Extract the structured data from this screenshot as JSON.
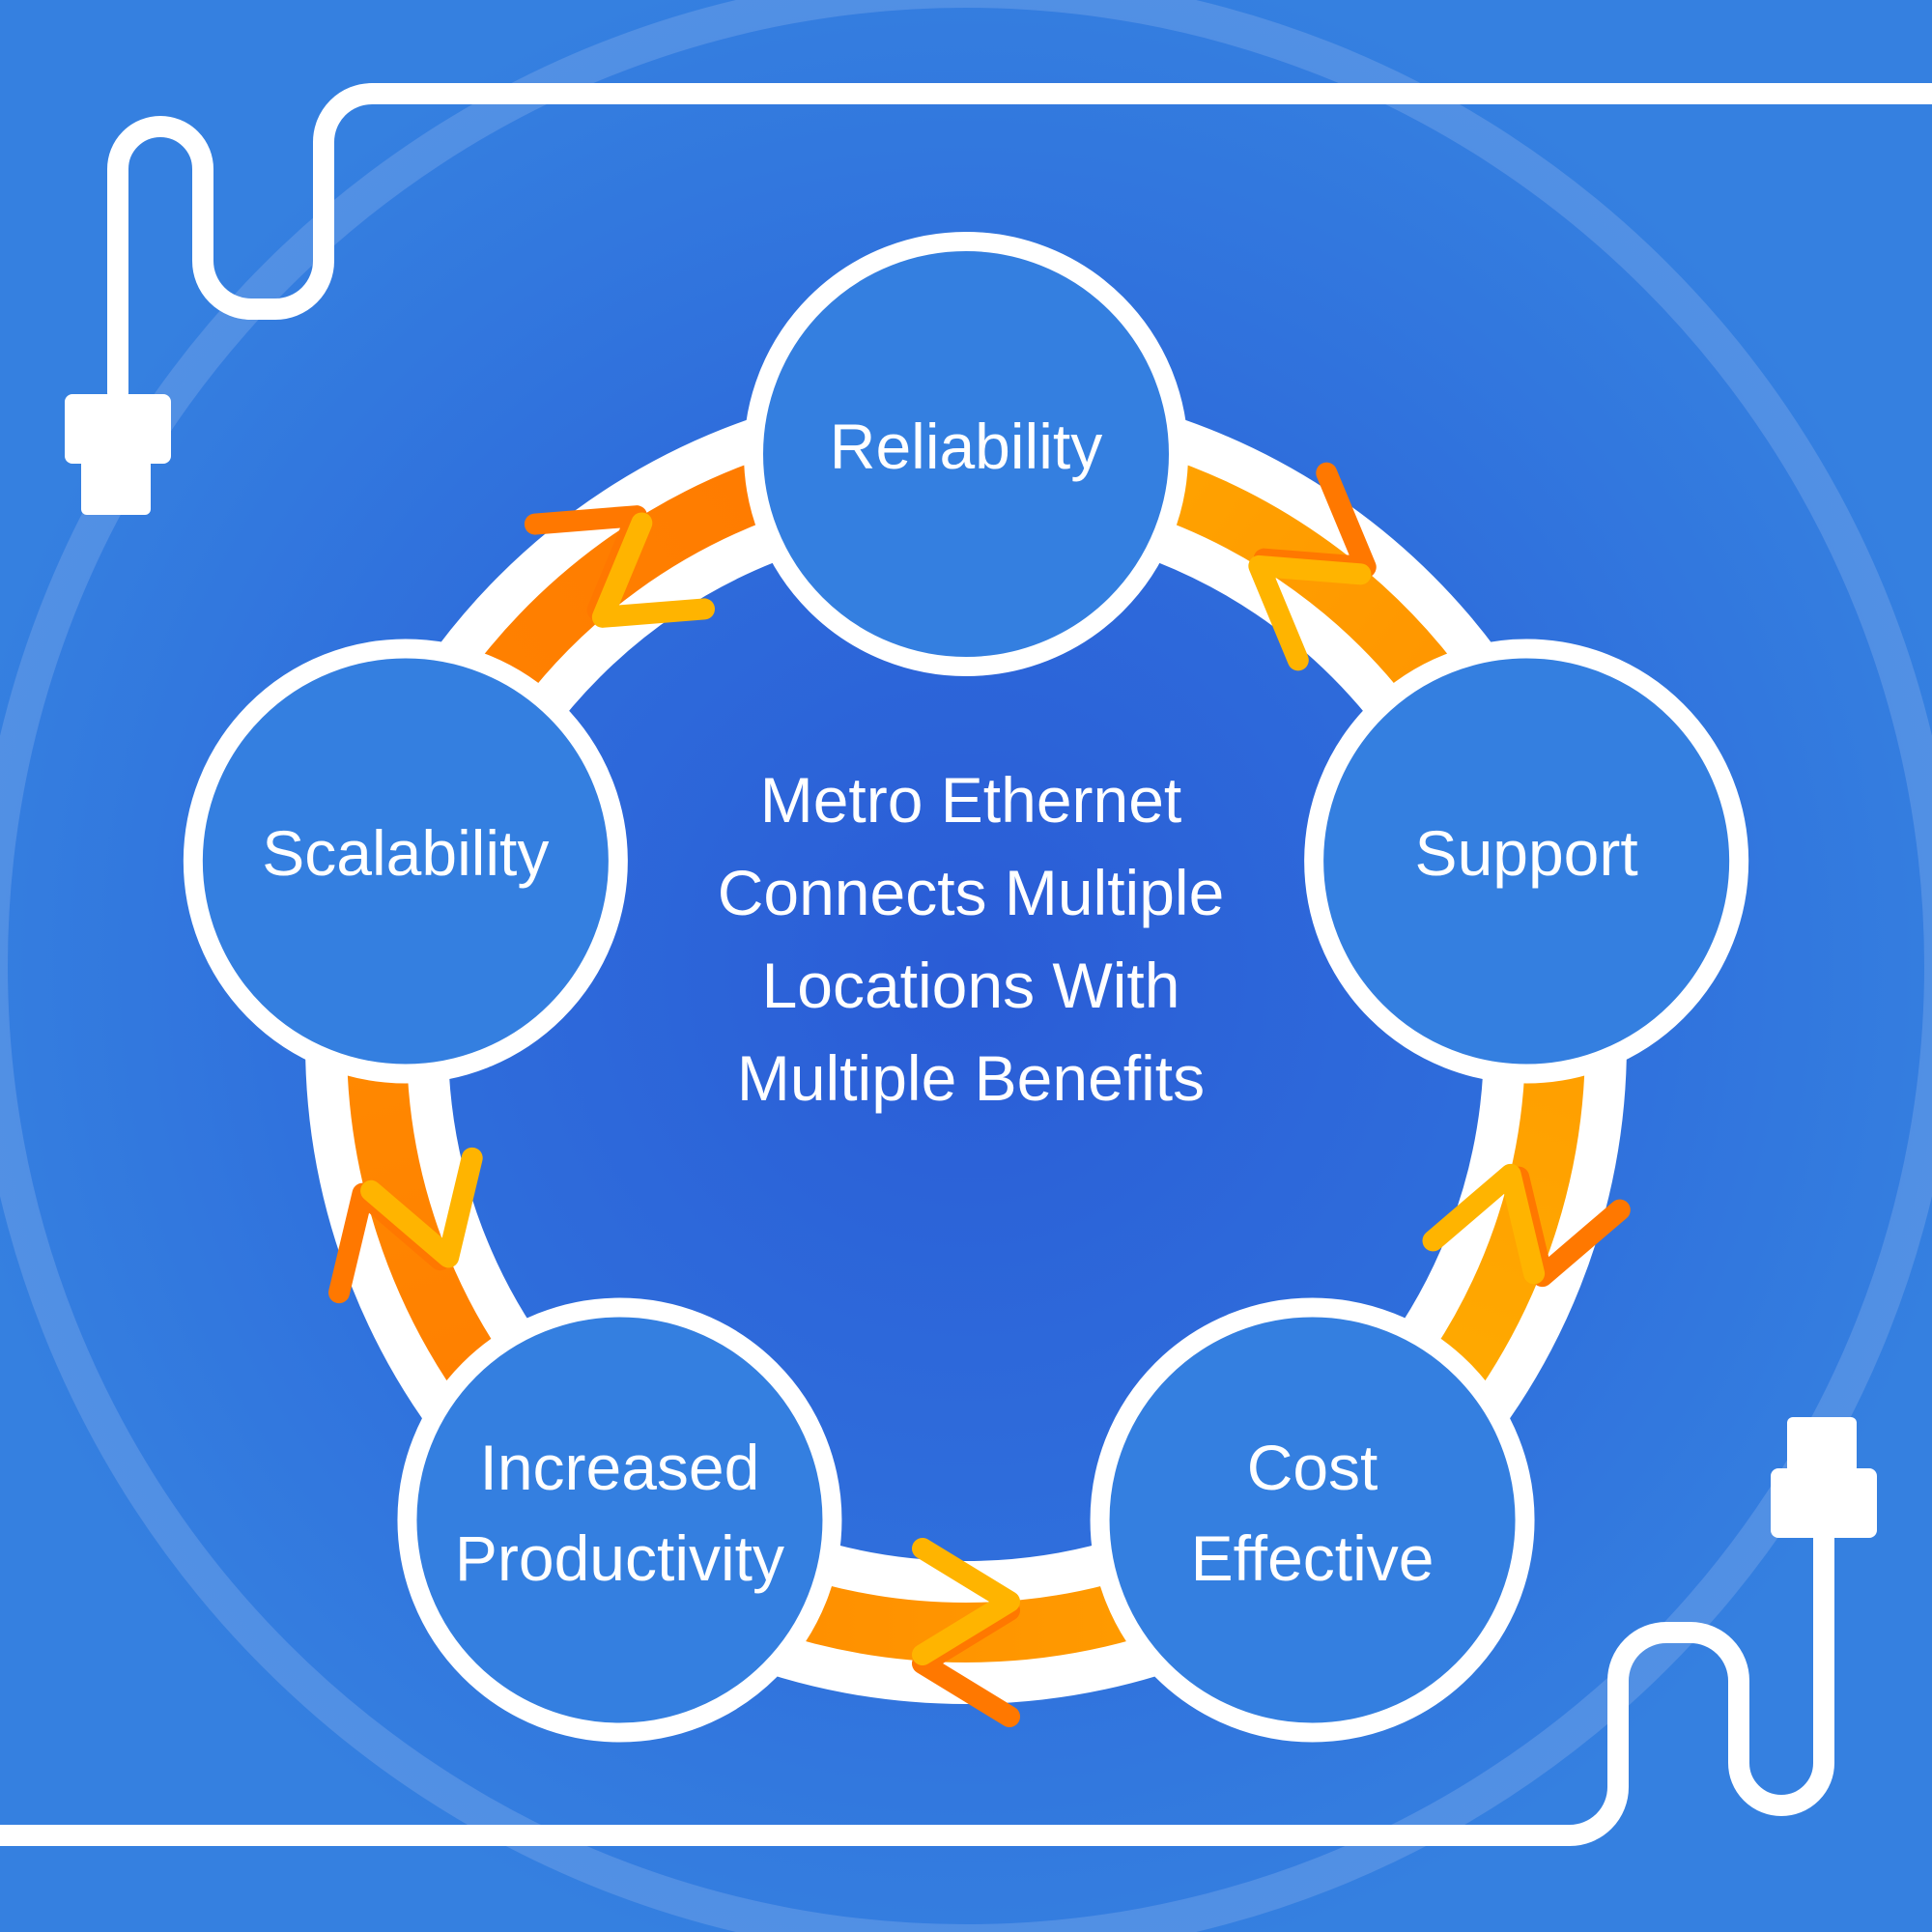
{
  "title_lines": [
    "Metro Ethernet",
    "Connects Multiple",
    "Locations With",
    "Multiple Benefits"
  ],
  "nodes": [
    {
      "id": "reliability",
      "lines": [
        "Reliability"
      ]
    },
    {
      "id": "support",
      "lines": [
        "Support"
      ]
    },
    {
      "id": "cost-effective",
      "lines": [
        "Cost",
        "Effective"
      ]
    },
    {
      "id": "increased-productivity",
      "lines": [
        "Increased",
        "Productivity"
      ]
    },
    {
      "id": "scalability",
      "lines": [
        "Scalability"
      ]
    }
  ],
  "colors": {
    "background": "#3580e0",
    "background_center": "#2a5cd6",
    "node_fill": "#347fe0",
    "stroke": "#ffffff",
    "orange": "#ff8a00",
    "amber": "#ffa800",
    "chevron_dark": "#ff7800",
    "chevron_light": "#ffb400"
  },
  "icons": [
    "ethernet-plug-icon",
    "ethernet-plug-icon"
  ]
}
